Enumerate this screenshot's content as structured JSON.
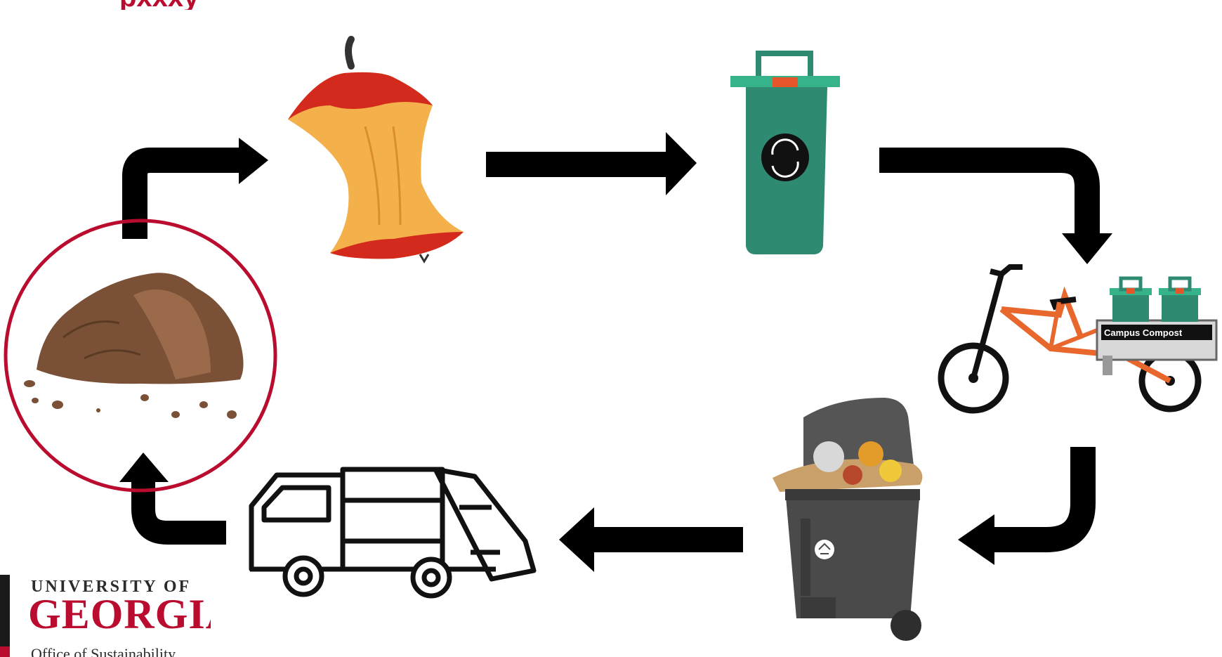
{
  "title_fragment": "pxxxy",
  "cart_label": "Campus Compost",
  "logo": {
    "line1": "UNIVERSITY OF",
    "line2": "GEORGIA",
    "line3": "Office of Sustainability"
  },
  "colors": {
    "accent_red": "#ba0c2f",
    "arrow": "#000000",
    "bin_green": "#2f8a72",
    "bin_lid": "#36b38a",
    "bin_tab": "#e5562a",
    "bike_orange": "#e8672d",
    "soil_brown": "#7a5136",
    "apple_yellow": "#f4b04a",
    "apple_red": "#d42a1e",
    "cart_gray": "#4a4a4a"
  },
  "icons": [
    "compost-soil-icon",
    "apple-core-icon",
    "green-compost-bin-icon",
    "cargo-bike-icon",
    "gray-trash-cart-icon",
    "garbage-truck-icon"
  ]
}
